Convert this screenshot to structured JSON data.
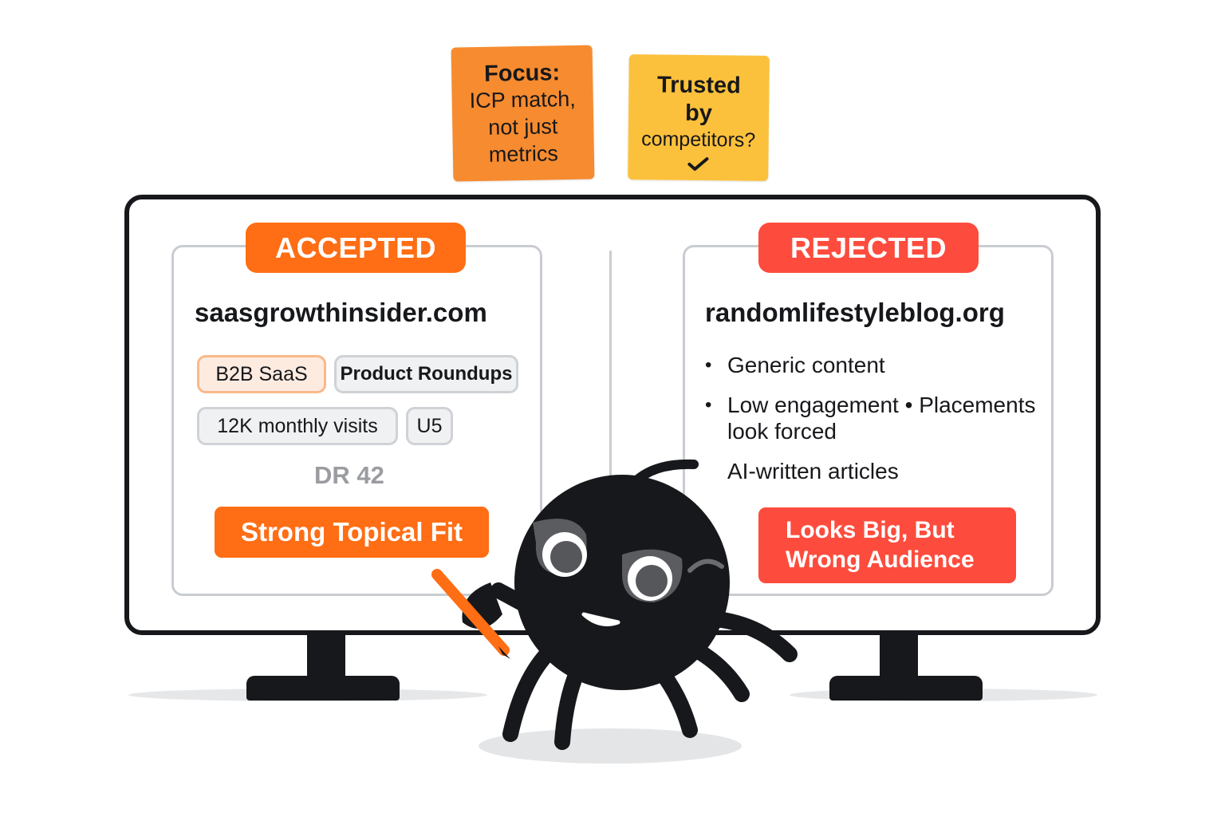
{
  "notes": {
    "focus": {
      "title": "Focus:",
      "lines": [
        "ICP match,",
        "not just",
        "metrics"
      ],
      "color": "#f78b2f"
    },
    "trusted": {
      "title_lines": [
        "Trusted",
        "by"
      ],
      "body": "competitors?",
      "icon": "checkmark-icon",
      "color": "#fcc13c"
    }
  },
  "accepted": {
    "badge": "ACCEPTED",
    "domain": "saasgrowthinsider.com",
    "chips": [
      "B2B SaaS",
      "Product Roundups",
      "12K monthly visits",
      "U5"
    ],
    "metric": "DR 42",
    "verdict": "Strong Topical Fit",
    "color": "#ff6d14"
  },
  "rejected": {
    "badge": "REJECTED",
    "domain": "randomlifestyleblog.org",
    "reasons": [
      "Generic content",
      "Low engagement • Placements look forced",
      "AI-written articles"
    ],
    "verdict_lines": [
      "Looks Big, But",
      "Wrong Audience"
    ],
    "color": "#fd4c3d"
  },
  "mascot": {
    "icon": "spider-mascot-icon",
    "holding": "pencil-icon"
  }
}
